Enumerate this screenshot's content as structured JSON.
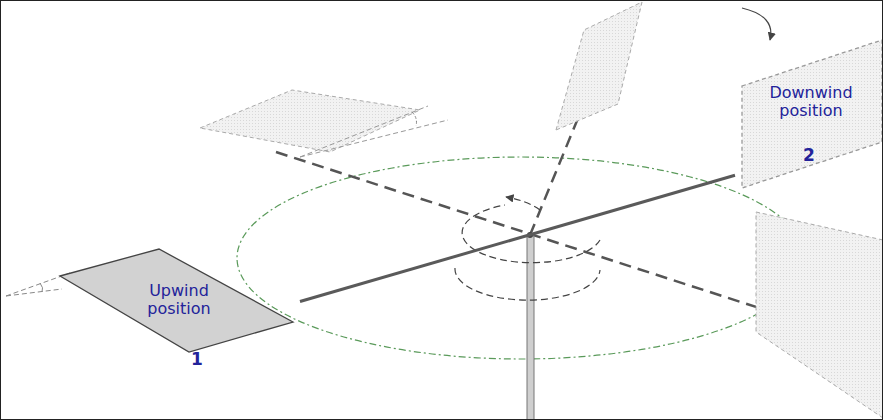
{
  "diagram": {
    "nodes": [
      {
        "text": [
          "Upwind position",
          "1"
        ]
      },
      {
        "text": [
          "Downwind position",
          "2"
        ]
      }
    ],
    "edges": [
      {
        "from": 0,
        "to": 1,
        "arrow": "none"
      }
    ]
  }
}
